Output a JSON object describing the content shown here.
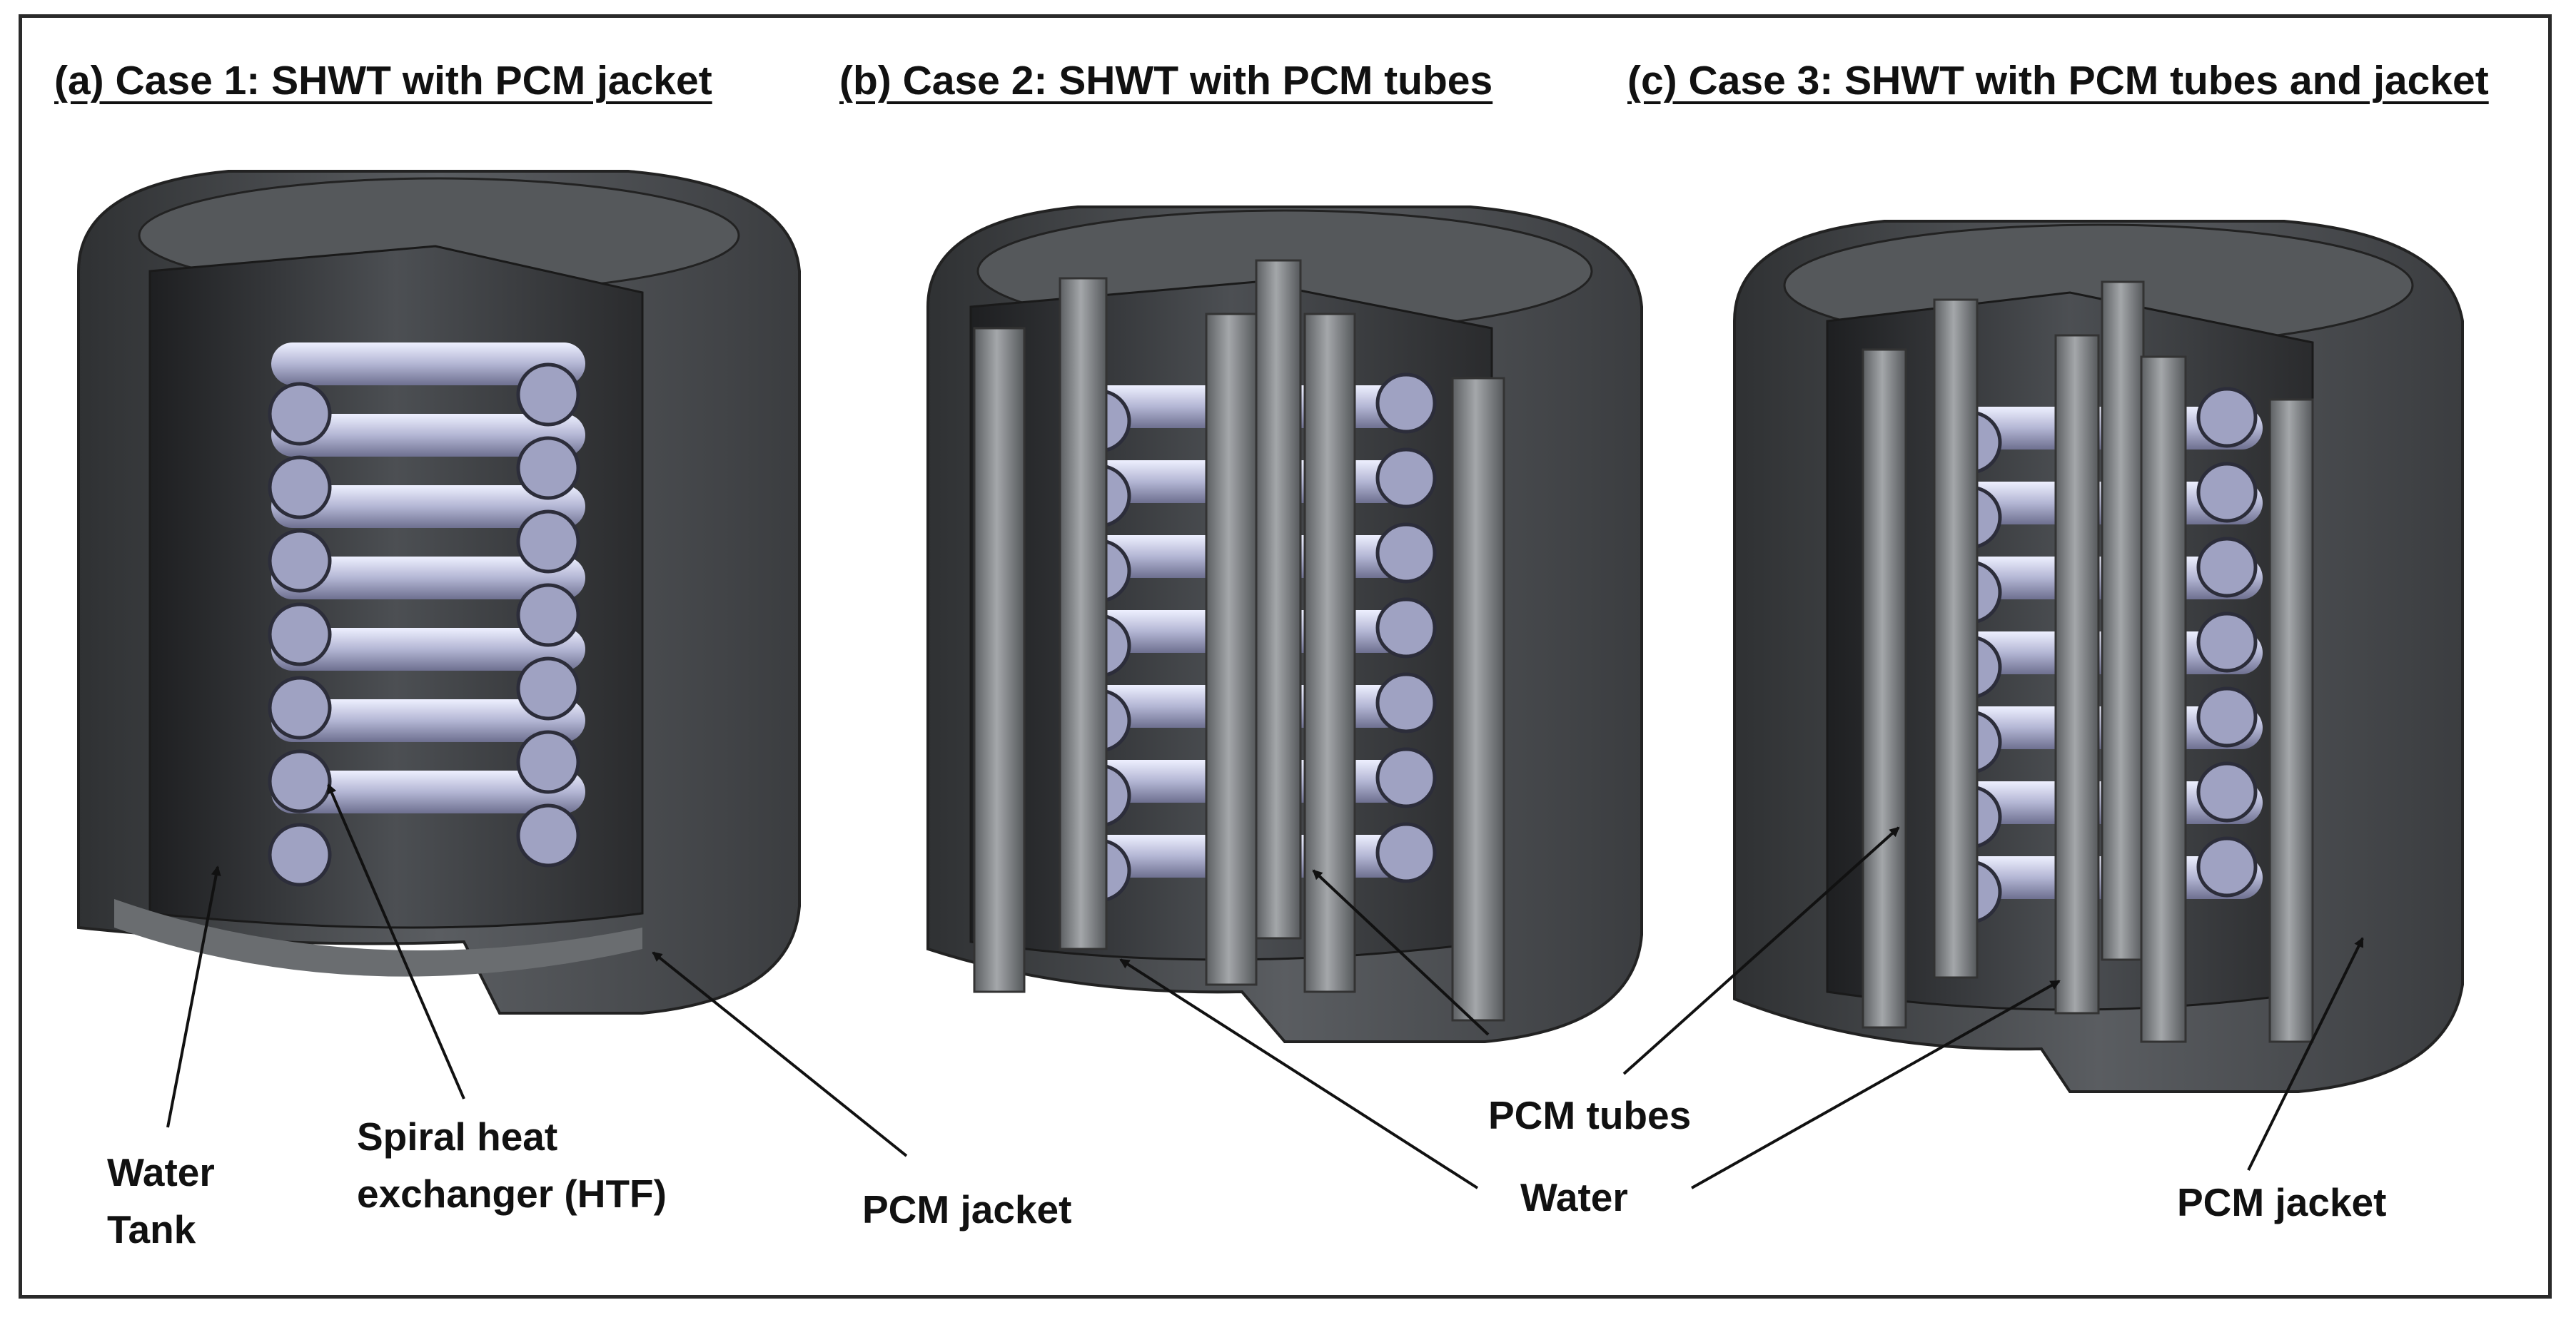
{
  "panels": [
    {
      "title": "(a) Case 1: SHWT with PCM jacket"
    },
    {
      "title": "(b) Case 2: SHWT with PCM tubes"
    },
    {
      "title": "(c) Case 3: SHWT with PCM tubes and jacket"
    }
  ],
  "labels": {
    "water_tank_line1": "Water",
    "water_tank_line2": "Tank",
    "spiral_line1": "Spiral heat",
    "spiral_line2": "exchanger  (HTF)",
    "pcm_jacket_a": "PCM jacket",
    "pcm_tubes": "PCM tubes",
    "water": "Water",
    "pcm_jacket_c": "PCM jacket"
  },
  "colors": {
    "tank_dark": "#4a4c4f",
    "tank_mid": "#6b6e72",
    "coil": "#b9bbd6",
    "tube": "#8a8d90"
  }
}
